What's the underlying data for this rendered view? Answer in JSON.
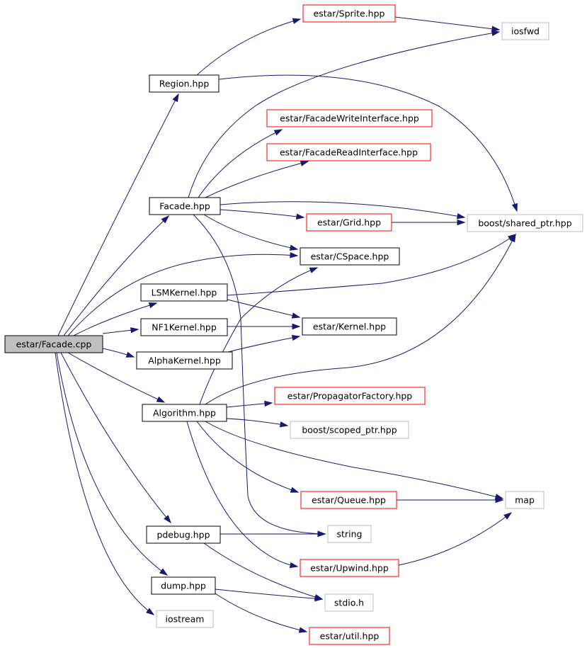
{
  "graph": {
    "nodes": [
      {
        "id": "facade_cpp",
        "label": "estar/Facade.cpp",
        "kind": "main"
      },
      {
        "id": "region",
        "label": "Region.hpp",
        "kind": "local"
      },
      {
        "id": "sprite",
        "label": "estar/Sprite.hpp",
        "kind": "missing"
      },
      {
        "id": "iosfwd",
        "label": "iosfwd",
        "kind": "system"
      },
      {
        "id": "fwi",
        "label": "estar/FacadeWriteInterface.hpp",
        "kind": "missing"
      },
      {
        "id": "fri",
        "label": "estar/FacadeReadInterface.hpp",
        "kind": "missing"
      },
      {
        "id": "facade_hpp",
        "label": "Facade.hpp",
        "kind": "local"
      },
      {
        "id": "grid",
        "label": "estar/Grid.hpp",
        "kind": "missing"
      },
      {
        "id": "shared_ptr",
        "label": "boost/shared_ptr.hpp",
        "kind": "system"
      },
      {
        "id": "cspace",
        "label": "estar/CSpace.hpp",
        "kind": "local"
      },
      {
        "id": "lsm",
        "label": "LSMKernel.hpp",
        "kind": "local"
      },
      {
        "id": "nf1",
        "label": "NF1Kernel.hpp",
        "kind": "local"
      },
      {
        "id": "kernel",
        "label": "estar/Kernel.hpp",
        "kind": "local"
      },
      {
        "id": "alpha",
        "label": "AlphaKernel.hpp",
        "kind": "local"
      },
      {
        "id": "algorithm",
        "label": "Algorithm.hpp",
        "kind": "local"
      },
      {
        "id": "propfac",
        "label": "estar/PropagatorFactory.hpp",
        "kind": "missing"
      },
      {
        "id": "scoped_ptr",
        "label": "boost/scoped_ptr.hpp",
        "kind": "system"
      },
      {
        "id": "queue",
        "label": "estar/Queue.hpp",
        "kind": "missing"
      },
      {
        "id": "map",
        "label": "map",
        "kind": "system"
      },
      {
        "id": "pdebug",
        "label": "pdebug.hpp",
        "kind": "local"
      },
      {
        "id": "string",
        "label": "string",
        "kind": "system"
      },
      {
        "id": "upwind",
        "label": "estar/Upwind.hpp",
        "kind": "missing"
      },
      {
        "id": "dump",
        "label": "dump.hpp",
        "kind": "local"
      },
      {
        "id": "stdio",
        "label": "stdio.h",
        "kind": "system"
      },
      {
        "id": "iostream",
        "label": "iostream",
        "kind": "system"
      },
      {
        "id": "util",
        "label": "estar/util.hpp",
        "kind": "missing"
      }
    ],
    "edges": [
      [
        "facade_cpp",
        "region"
      ],
      [
        "facade_cpp",
        "facade_hpp"
      ],
      [
        "facade_cpp",
        "cspace"
      ],
      [
        "facade_cpp",
        "lsm"
      ],
      [
        "facade_cpp",
        "nf1"
      ],
      [
        "facade_cpp",
        "alpha"
      ],
      [
        "facade_cpp",
        "algorithm"
      ],
      [
        "facade_cpp",
        "pdebug"
      ],
      [
        "facade_cpp",
        "dump"
      ],
      [
        "facade_cpp",
        "iostream"
      ],
      [
        "region",
        "sprite"
      ],
      [
        "region",
        "shared_ptr"
      ],
      [
        "sprite",
        "iosfwd"
      ],
      [
        "facade_hpp",
        "iosfwd"
      ],
      [
        "facade_hpp",
        "fwi"
      ],
      [
        "facade_hpp",
        "fri"
      ],
      [
        "facade_hpp",
        "shared_ptr"
      ],
      [
        "facade_hpp",
        "grid"
      ],
      [
        "facade_hpp",
        "cspace"
      ],
      [
        "facade_hpp",
        "string"
      ],
      [
        "grid",
        "shared_ptr"
      ],
      [
        "lsm",
        "shared_ptr"
      ],
      [
        "lsm",
        "kernel"
      ],
      [
        "nf1",
        "kernel"
      ],
      [
        "alpha",
        "kernel"
      ],
      [
        "algorithm",
        "shared_ptr"
      ],
      [
        "algorithm",
        "cspace"
      ],
      [
        "algorithm",
        "propfac"
      ],
      [
        "algorithm",
        "scoped_ptr"
      ],
      [
        "algorithm",
        "map"
      ],
      [
        "algorithm",
        "queue"
      ],
      [
        "algorithm",
        "upwind"
      ],
      [
        "queue",
        "map"
      ],
      [
        "upwind",
        "map"
      ],
      [
        "pdebug",
        "string"
      ],
      [
        "pdebug",
        "stdio"
      ],
      [
        "dump",
        "stdio"
      ],
      [
        "dump",
        "util"
      ]
    ]
  },
  "colors": {
    "edge": "#191970",
    "main_fill": "#bfbfbf",
    "local_border": "#000000",
    "missing_border": "#ff0000",
    "system_border": "#bfbfbf",
    "background": "#ffffff"
  }
}
